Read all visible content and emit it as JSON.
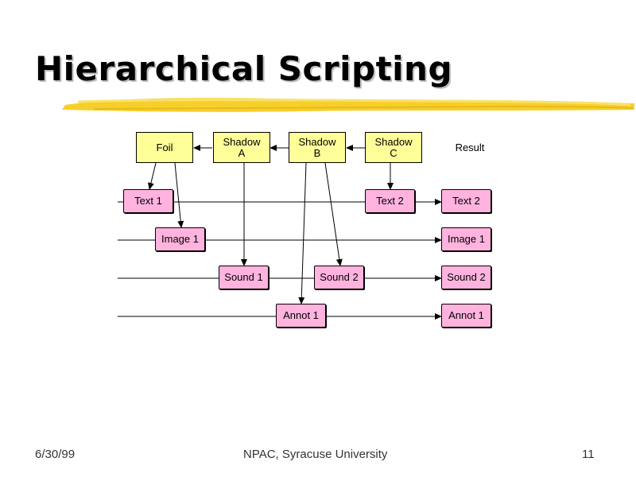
{
  "slide": {
    "title": "Hierarchical Scripting",
    "accent_color": "#f7cf2a"
  },
  "diagram": {
    "columns": {
      "foil": "Foil",
      "shadow_a": "Shadow\nA",
      "shadow_b": "Shadow\nB",
      "shadow_c": "Shadow\nC",
      "result": "Result"
    },
    "nodes": {
      "text1": "Text 1",
      "image1": "Image 1",
      "text2": "Text 2",
      "sound1": "Sound 1",
      "sound2": "Sound 2",
      "annot1": "Annot 1"
    },
    "results": {
      "text2": "Text 2",
      "image1": "Image 1",
      "sound2": "Sound 2",
      "annot1": "Annot 1"
    },
    "colors": {
      "header_fill": "#ffff99",
      "node_fill": "#ffb3de"
    }
  },
  "footer": {
    "date": "6/30/99",
    "organization": "NPAC, Syracuse University",
    "page_number": "11"
  }
}
